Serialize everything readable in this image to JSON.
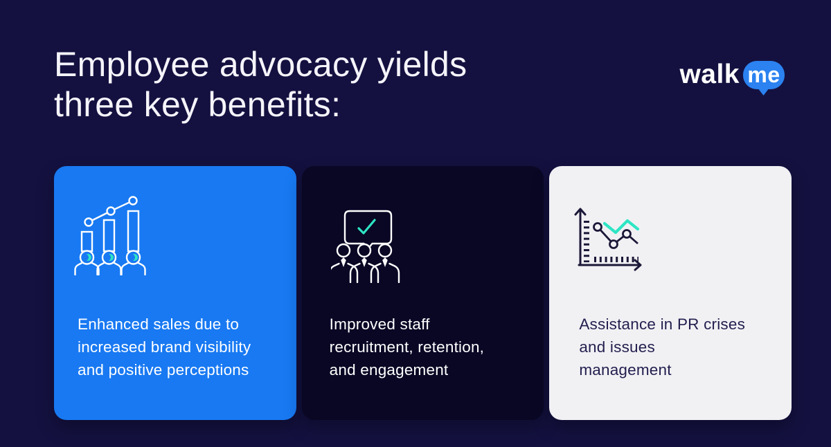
{
  "title": {
    "line1": "Employee advocacy yields",
    "line2": "three key benefits:"
  },
  "logo": {
    "word": "walk",
    "bubble_text": "me"
  },
  "cards": [
    {
      "id": "enhanced-sales",
      "icon": "people-bar-chart-icon",
      "lines": [
        "Enhanced sales due to",
        "increased brand visibility",
        "and positive perceptions"
      ]
    },
    {
      "id": "staff-recruitment",
      "icon": "team-approval-speech-bubble-icon",
      "lines": [
        "Improved staff",
        "recruitment, retention,",
        "and engagement"
      ]
    },
    {
      "id": "pr-crises",
      "icon": "crisis-line-chart-icon",
      "lines": [
        "Assistance in PR crises",
        "and issues",
        "management"
      ]
    }
  ],
  "colors": {
    "page_background": "#141140",
    "card_sales_background": "#1879F2",
    "card_staff_background": "#090724",
    "card_pr_background": "#F1F1F4",
    "teal_accent": "#2EE5C4",
    "light_text": "#F5F4FA",
    "dark_text": "#221E4E",
    "logo_bubble_blue": "#2B82F0",
    "icon_stroke_light": "#FFFFFF",
    "icon_stroke_dark": "#1B1838"
  }
}
